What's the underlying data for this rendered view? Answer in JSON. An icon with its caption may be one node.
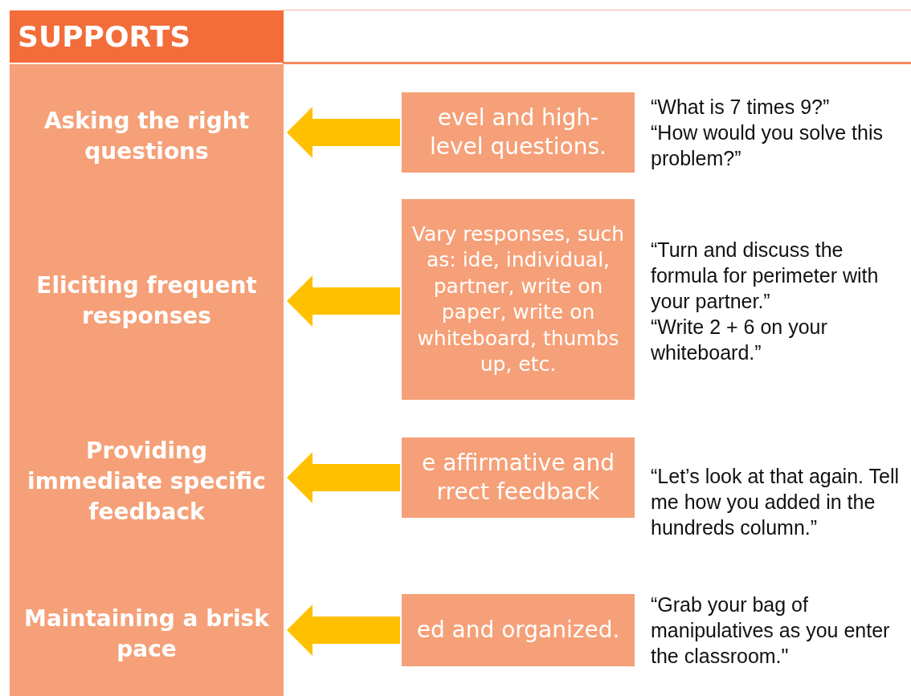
{
  "diagram": {
    "title": "SUPPORTS",
    "nodes": [
      {
        "text": [
          "Asking the right questions"
        ]
      },
      {
        "text": [
          "evel and high-level questions."
        ],
        "beside": [
          "“What is 7 times 9?”",
          "“How would you solve this problem?”"
        ]
      },
      {
        "text": [
          "Eliciting frequent responses"
        ]
      },
      {
        "text": [
          "Vary responses, such as: ide, individual, partner, write on paper, write on whiteboard, thumbs up, etc."
        ],
        "beside": [
          "“Turn and discuss the formula for perimeter with your partner.”",
          "“Write 2 + 6 on your whiteboard.”"
        ]
      },
      {
        "text": [
          "Providing immediate specific feedback"
        ]
      },
      {
        "text": [
          "e affirmative and rrect feedback"
        ],
        "beside": [
          "“Let’s look at that again. Tell me how you added in the hundreds column.”"
        ]
      },
      {
        "text": [
          "Maintaining a brisk pace"
        ]
      },
      {
        "text": [
          "ed and organized."
        ],
        "beside": [
          "“Grab your bag of manipulatives as you enter the classroom.\""
        ]
      }
    ],
    "edges": [
      {
        "from": 1,
        "to": 0,
        "arrow": "to"
      },
      {
        "from": 3,
        "to": 2,
        "arrow": "to"
      },
      {
        "from": 5,
        "to": 4,
        "arrow": "to"
      },
      {
        "from": 7,
        "to": 6,
        "arrow": "to"
      }
    ]
  }
}
